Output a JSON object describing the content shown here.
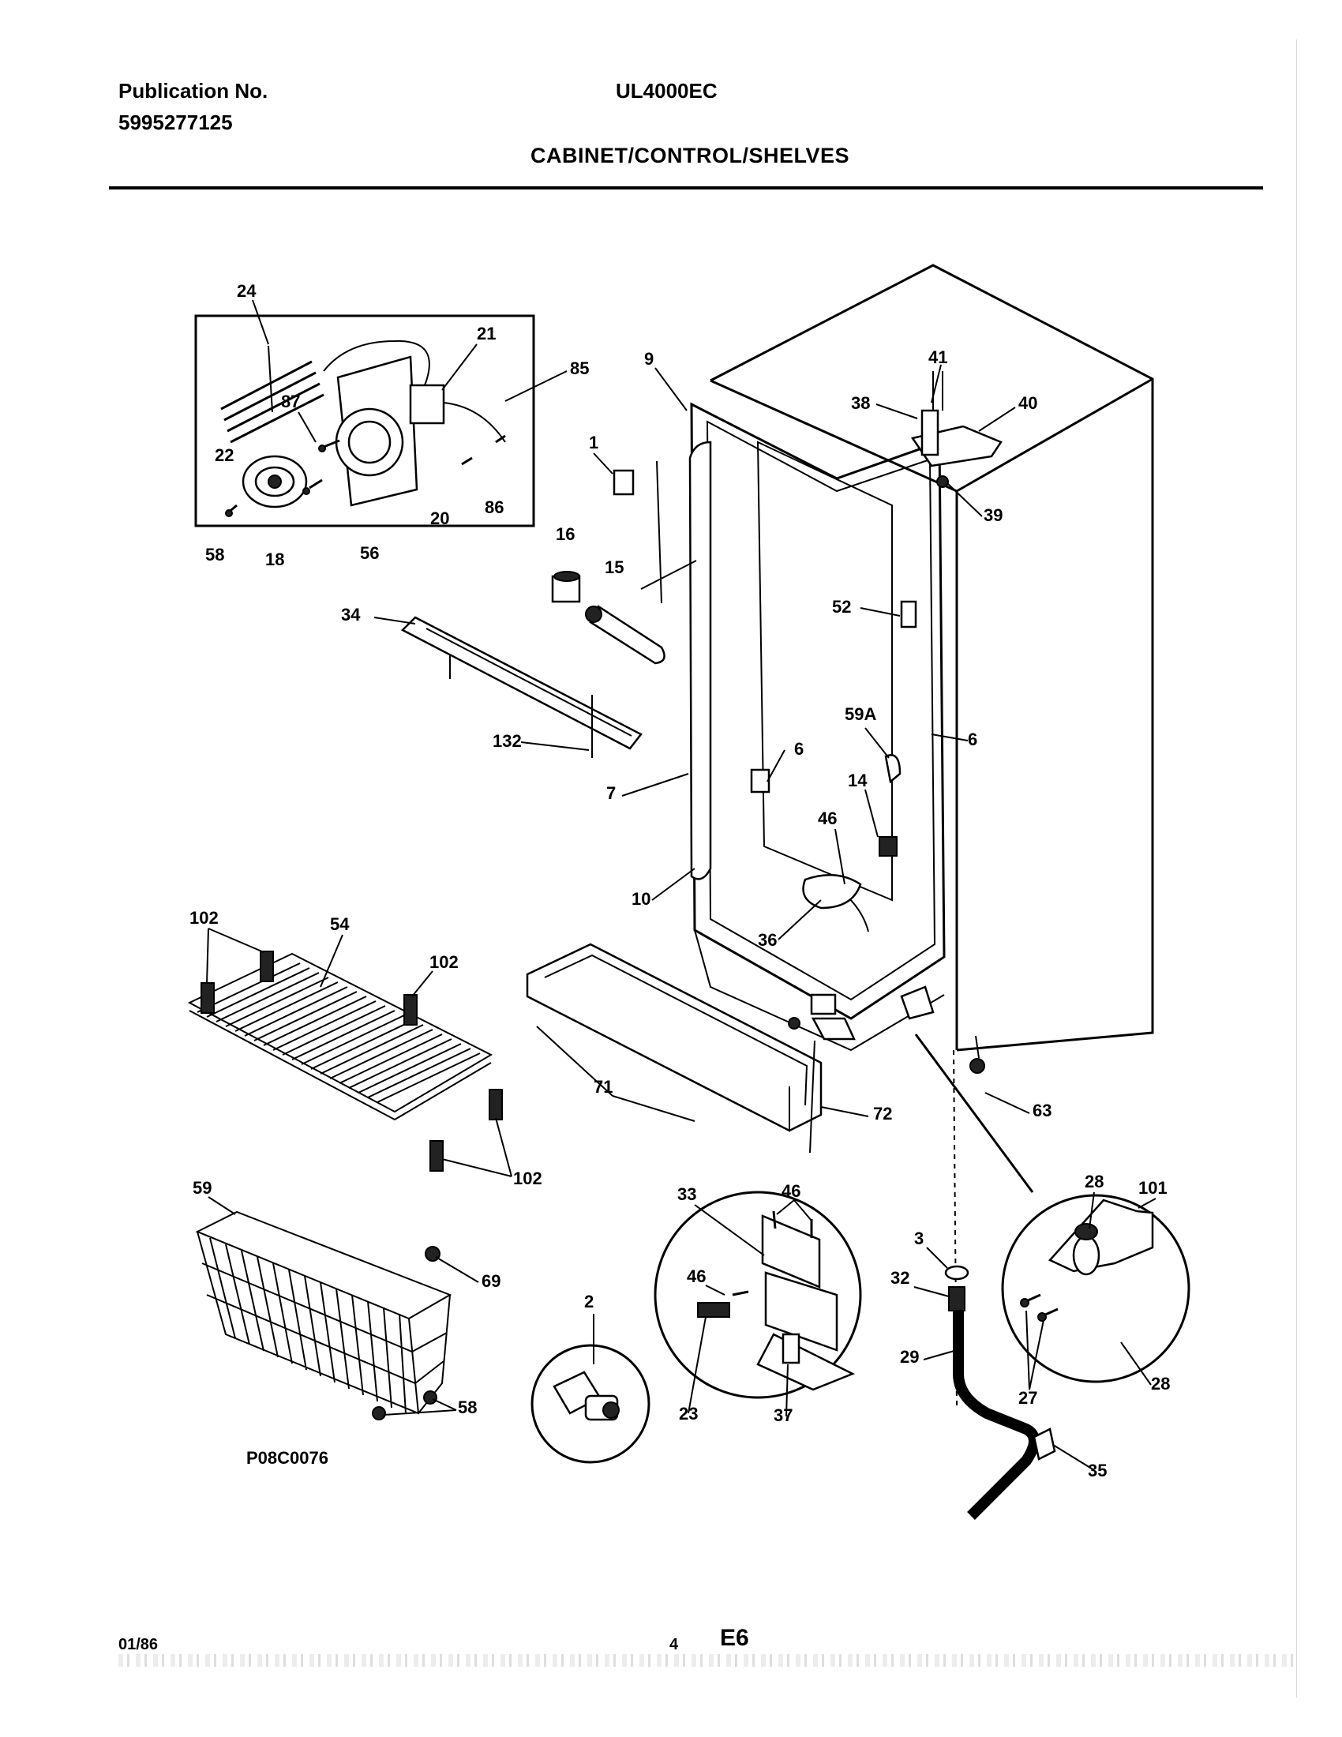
{
  "header": {
    "publication_label": "Publication No.",
    "publication_number": "5995277125",
    "model": "UL4000EC",
    "section_title": "CABINET/CONTROL/SHELVES"
  },
  "callouts": {
    "c1": "1",
    "c2": "2",
    "c3": "3",
    "c6a": "6",
    "c6b": "6",
    "c7": "7",
    "c9": "9",
    "c10": "10",
    "c14": "14",
    "c15": "15",
    "c16": "16",
    "c18": "18",
    "c20": "20",
    "c21": "21",
    "c22": "22",
    "c23": "23",
    "c24": "24",
    "c27": "27",
    "c28a": "28",
    "c28b": "28",
    "c29": "29",
    "c32": "32",
    "c33": "33",
    "c34": "34",
    "c35": "35",
    "c36": "36",
    "c37": "37",
    "c38": "38",
    "c39": "39",
    "c40": "40",
    "c41": "41",
    "c46a": "46",
    "c46b": "46",
    "c46c": "46",
    "c52": "52",
    "c54": "54",
    "c56": "56",
    "c58a": "58",
    "c58b": "58",
    "c59": "59",
    "c59a": "59A",
    "c63": "63",
    "c69": "69",
    "c71": "71",
    "c72": "72",
    "c85": "85",
    "c86": "86",
    "c87": "87",
    "c101": "101",
    "c102a": "102",
    "c102b": "102",
    "c102c": "102",
    "c132": "132"
  },
  "figure_code": "P08C0076",
  "footer": {
    "date": "01/86",
    "page": "4",
    "code": "E6"
  }
}
